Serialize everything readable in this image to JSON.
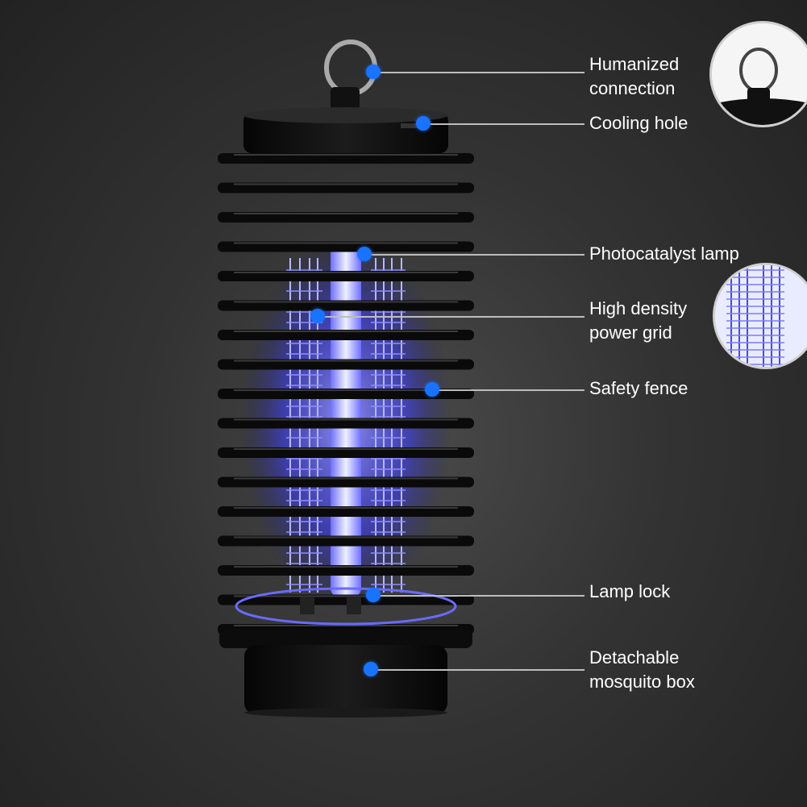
{
  "callouts": [
    {
      "lines": [
        "Humanized",
        "connection"
      ],
      "icon": "hook-ring"
    },
    {
      "lines": [
        "Cooling hole"
      ],
      "icon": "vent"
    },
    {
      "lines": [
        "Photocatalyst lamp"
      ],
      "icon": "uv-lamp"
    },
    {
      "lines": [
        "High density",
        "power grid"
      ],
      "icon": "grid"
    },
    {
      "lines": [
        "Safety fence"
      ],
      "icon": "fence"
    },
    {
      "lines": [
        "Lamp lock"
      ],
      "icon": "lock"
    },
    {
      "lines": [
        "Detachable",
        "mosquito box"
      ],
      "icon": "tray"
    }
  ],
  "colors": {
    "dot": "#1a73ff",
    "leader": "#bdbdbd",
    "uv_glow": "#3c3cff",
    "housing": "#0b0b0b"
  },
  "insets": [
    "hook-closeup",
    "grid-closeup"
  ]
}
